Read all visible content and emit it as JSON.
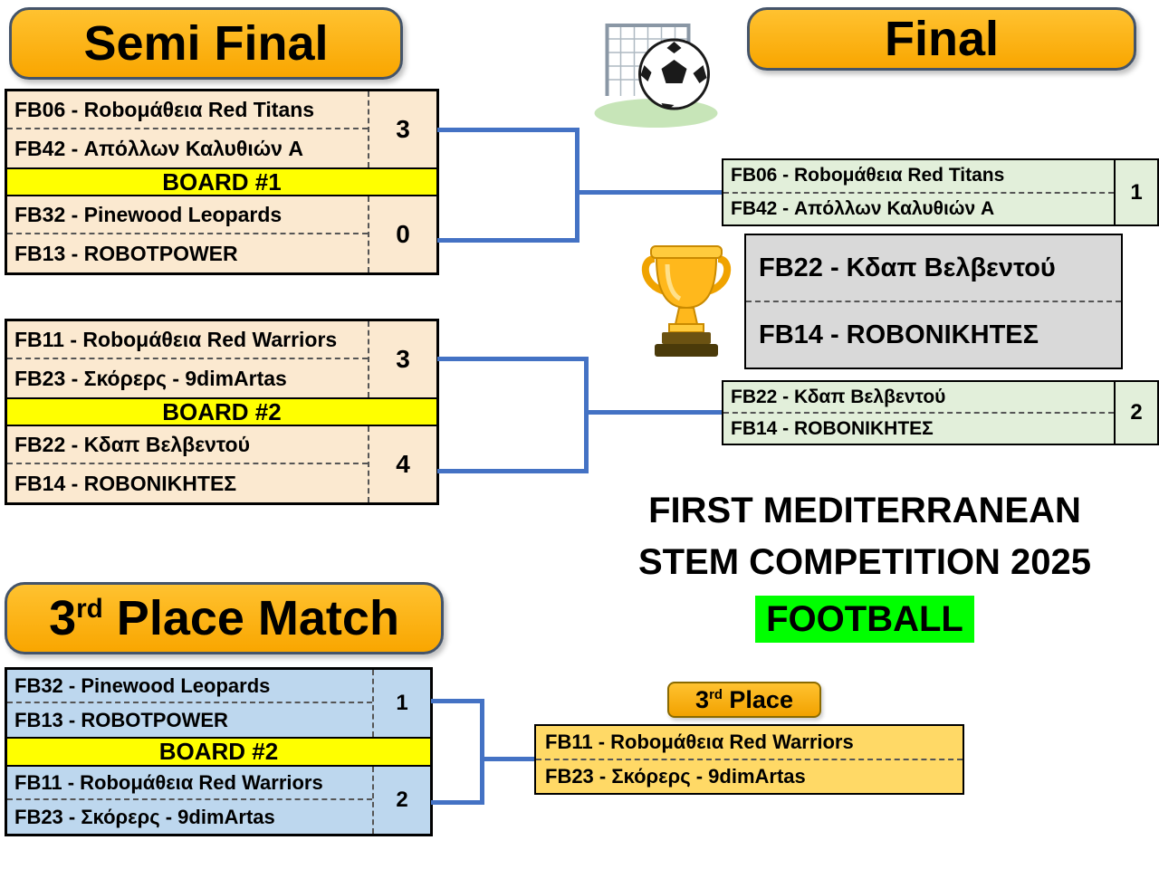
{
  "semi": {
    "header": "Semi Final",
    "match1": {
      "board": "BOARD #1",
      "pair1": {
        "teams": [
          "FB06 - Roboμάθεια Red Titans",
          "FB42 - Απόλλων Καλυθιών A"
        ],
        "score": "3"
      },
      "pair2": {
        "teams": [
          "FB32 - Pinewood Leopards",
          "FB13 - ROBOTPOWER"
        ],
        "score": "0"
      }
    },
    "match2": {
      "board": "BOARD #2",
      "pair1": {
        "teams": [
          "FB11 - Roboμάθεια Red Warriors",
          "FB23 - Σκόρερς - 9dimArtas"
        ],
        "score": "3"
      },
      "pair2": {
        "teams": [
          "FB22 - Κδαπ Βελβεντού",
          "FB14 - ROBONIKHTEΣ"
        ],
        "score": "4"
      }
    }
  },
  "final": {
    "header": "Final",
    "slot1": {
      "teams": [
        "FB06 - Roboμάθεια Red Titans",
        "FB42 - Απόλλων Καλυθιών A"
      ],
      "score": "1"
    },
    "winner": {
      "teams": [
        "FB22 - Κδαπ Βελβεντού",
        "FB14 - ROBONIKHTEΣ"
      ]
    },
    "slot2": {
      "teams": [
        "FB22 - Κδαπ Βελβεντού",
        "FB14 - ROBONIKHTEΣ"
      ],
      "score": "2"
    }
  },
  "third": {
    "header": {
      "num": "3",
      "sup": "rd",
      "rest": " Place Match"
    },
    "badge": {
      "num": "3",
      "sup": "rd",
      "rest": " Place"
    },
    "match": {
      "board": "BOARD #2",
      "pair1": {
        "teams": [
          "FB32 - Pinewood Leopards",
          "FB13 - ROBOTPOWER"
        ],
        "score": "1"
      },
      "pair2": {
        "teams": [
          "FB11 - Roboμάθεια Red Warriors",
          "FB23 - Σκόρερς - 9dimArtas"
        ],
        "score": "2"
      }
    },
    "winner": {
      "teams": [
        "FB11 - Roboμάθεια Red Warriors",
        "FB23 - Σκόρερς - 9dimArtas"
      ]
    }
  },
  "title": {
    "line1": "FIRST MEDITERRANEAN",
    "line2": "STEM COMPETITION 2025",
    "line3": "FOOTBALL"
  },
  "colors": {
    "header_orange": "#F9A600",
    "semi_row": "#FBE9D0",
    "board_yellow": "#FFFF00",
    "final_row": "#E2EFDA",
    "winner_gray": "#D9D9D9",
    "third_row": "#BDD7EE",
    "third_winner": "#FFD966",
    "connector_blue": "#4472C4",
    "football_green": "#00FF00"
  }
}
